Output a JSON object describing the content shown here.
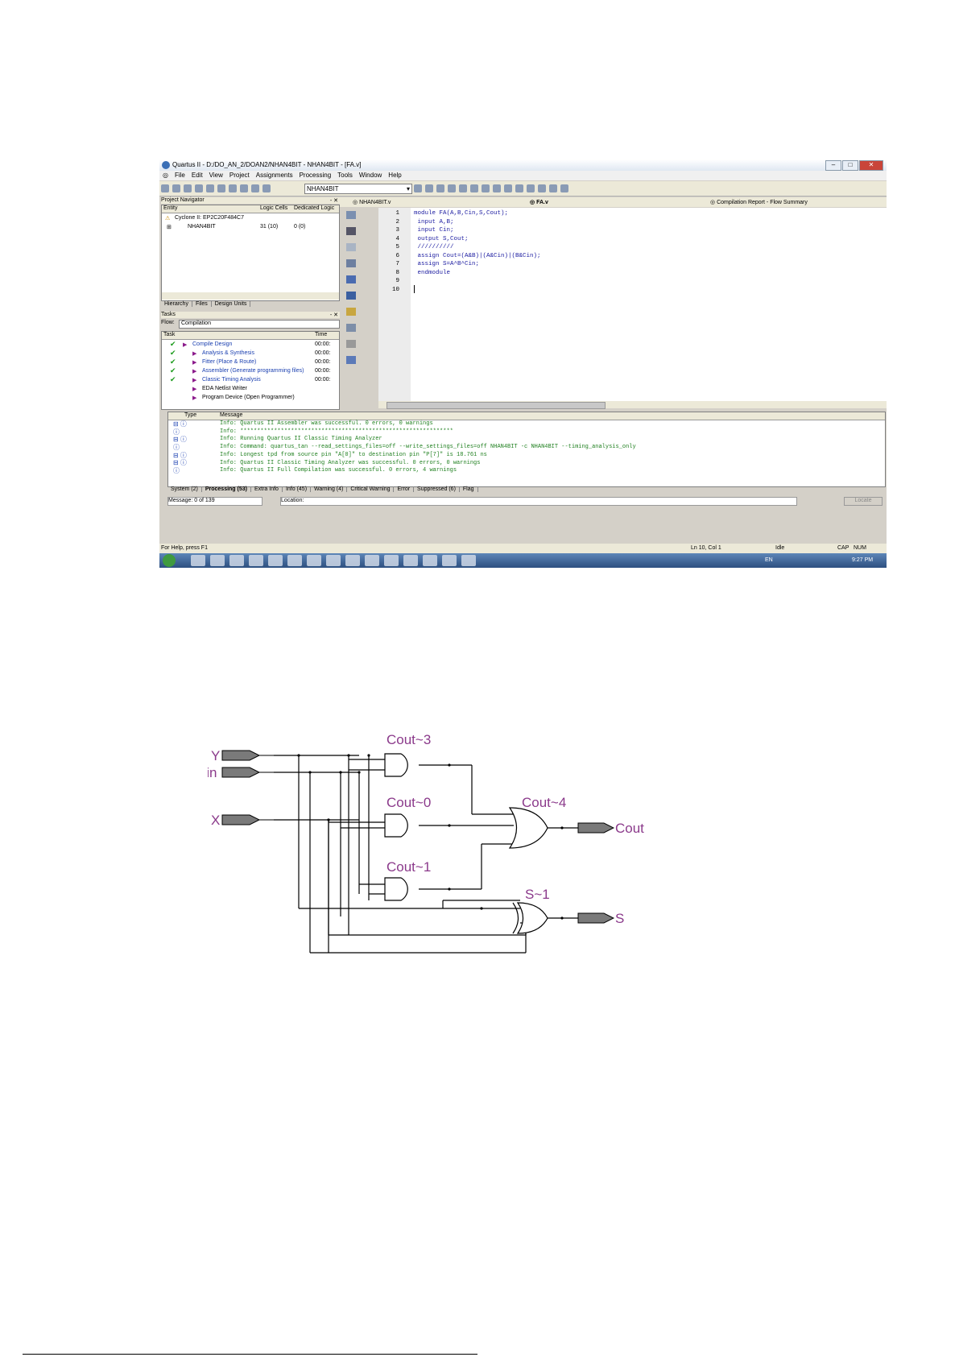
{
  "window": {
    "title": "Quartus II - D:/DO_AN_2/DOAN2/NHAN4BIT - NHAN4BIT - [FA.v]",
    "menu": [
      "File",
      "Edit",
      "View",
      "Project",
      "Assignments",
      "Processing",
      "Tools",
      "Window",
      "Help"
    ],
    "toolbar_combo": "NHAN4BIT"
  },
  "navigator": {
    "title": "Project Navigator",
    "columns": [
      "Entity",
      "Logic Cells",
      "Dedicated Logic"
    ],
    "device": "Cyclone II: EP2C20F484C7",
    "entity": "NHAN4BIT",
    "logic_cells": "31 (10)",
    "dedicated": "0 (0)",
    "tabs": [
      "Hierarchy",
      "Files",
      "Design Units"
    ]
  },
  "tasks": {
    "title": "Tasks",
    "flow_label": "Flow:",
    "flow_value": "Compilation",
    "col_task": "Task",
    "col_time": "Time",
    "rows": [
      {
        "label": "Compile Design",
        "time": "00:00:"
      },
      {
        "label": "Analysis & Synthesis",
        "time": "00:00:"
      },
      {
        "label": "Fitter (Place & Route)",
        "time": "00:00:"
      },
      {
        "label": "Assembler (Generate programming files)",
        "time": "00:00:"
      },
      {
        "label": "Classic Timing Analysis",
        "time": "00:00:"
      },
      {
        "label": "EDA Netlist Writer",
        "time": ""
      },
      {
        "label": "Program Device (Open Programmer)",
        "time": ""
      }
    ]
  },
  "editor": {
    "tabs": [
      "NHAN4BIT.v",
      "FA.v",
      "Compilation Report - Flow Summary"
    ],
    "line_numbers": [
      "1",
      "2",
      "3",
      "4",
      "5",
      "6",
      "7",
      "8",
      "9",
      "10"
    ],
    "code": [
      "module FA(A,B,Cin,S,Cout);",
      " input A,B;",
      " input Cin;",
      " output S,Cout;",
      " //////////",
      " assign Cout=(A&B)|(A&Cin)|(B&Cin);",
      " assign S=A^B^Cin;",
      " endmodule",
      "",
      ""
    ]
  },
  "messages": {
    "col_type": "Type",
    "col_message": "Message",
    "lines": [
      "Info: Quartus II Assembler was successful. 0 errors, 0 warnings",
      "Info: ***************************************************************",
      "Info: Running Quartus II Classic Timing Analyzer",
      "Info: Command: quartus_tan --read_settings_files=off --write_settings_files=off NHAN4BIT -c NHAN4BIT --timing_analysis_only",
      "Info: Longest tpd from source pin \"A[0]\" to destination pin \"P[7]\" is 18.761 ns",
      "Info: Quartus II Classic Timing Analyzer was successful. 0 errors, 0 warnings",
      "Info: Quartus II Full Compilation was successful. 0 errors, 4 warnings"
    ],
    "tabs": [
      "System (2)",
      "Processing (53)",
      "Extra Info",
      "Info (45)",
      "Warning (4)",
      "Critical Warning",
      "Error",
      "Suppressed (6)",
      "Flag"
    ],
    "counter": "Message: 0 of 139",
    "location_label": "Location:",
    "locate_button": "Locate"
  },
  "statusbar": {
    "help": "For Help, press F1",
    "position": "Ln 10, Col 1",
    "state": "Idle",
    "caps": "CAP",
    "num": "NUM"
  },
  "taskbar": {
    "lang": "EN",
    "clock": "9:27 PM"
  },
  "diagram": {
    "inputs": [
      "Y",
      "Cin",
      "X"
    ],
    "gates": [
      "Cout~3",
      "Cout~0",
      "Cout~1",
      "Cout~4",
      "S~1"
    ],
    "outputs": [
      "Cout",
      "S"
    ]
  }
}
